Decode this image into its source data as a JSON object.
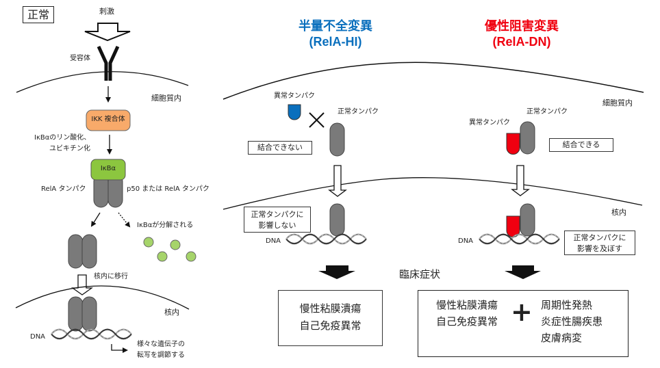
{
  "normal_panel": {
    "label": "正常",
    "stimulus": "刺激",
    "receptor": "受容体",
    "cytoplasm": "細胞質内",
    "ikk_complex": "IKK 複合体",
    "phosphorylation_line1": "IκBαのリン酸化、",
    "phosphorylation_line2": "ユビキチン化",
    "ikba": "IκBα",
    "rela_protein": "RelA タンパク",
    "p50_or_rela": "p50 または RelA タンパク",
    "ikba_degraded": "IκBαが分解される",
    "nuclear_translocation": "核内に移行",
    "nucleus": "核内",
    "dna": "DNA",
    "regulation_line1": "様々な遺伝子の",
    "regulation_line2": "転写を調節する"
  },
  "haploinsufficiency_panel": {
    "title": "半量不全変異",
    "subtitle": "(RelA-HI)",
    "abnormal_protein": "異常タンパク",
    "normal_protein": "正常タンパク",
    "cannot_bind": "結合できない",
    "no_effect_line1": "正常タンパクに",
    "no_effect_line2": "影響しない",
    "dna": "DNA",
    "symptoms": [
      "慢性粘膜潰瘍",
      "自己免疫異常"
    ]
  },
  "dominant_negative_panel": {
    "title": "優性阻害変異",
    "subtitle": "(RelA-DN)",
    "cytoplasm": "細胞質内",
    "abnormal_protein": "異常タンパク",
    "normal_protein": "正常タンパク",
    "can_bind": "結合できる",
    "nucleus": "核内",
    "effect_line1": "正常タンパクに",
    "effect_line2": "影響を及ぼす",
    "dna": "DNA",
    "symptoms_common": [
      "慢性粘膜潰瘍",
      "自己免疫異常"
    ],
    "plus": "+",
    "symptoms_additional": [
      "周期性発熱",
      "炎症性腸疾患",
      "皮膚病変"
    ]
  },
  "clinical_symptoms_label": "臨床症状",
  "colors": {
    "blue_title": "#0a6fbd",
    "red_title": "#f00010",
    "ikk_orange": "#f8aa6a",
    "ikba_green": "#8cc63f",
    "degraded_green": "#a6d46a",
    "protein_gray": "#7a7a7a",
    "abnormal_blue": "#0a6fbd",
    "abnormal_red": "#f00010"
  }
}
